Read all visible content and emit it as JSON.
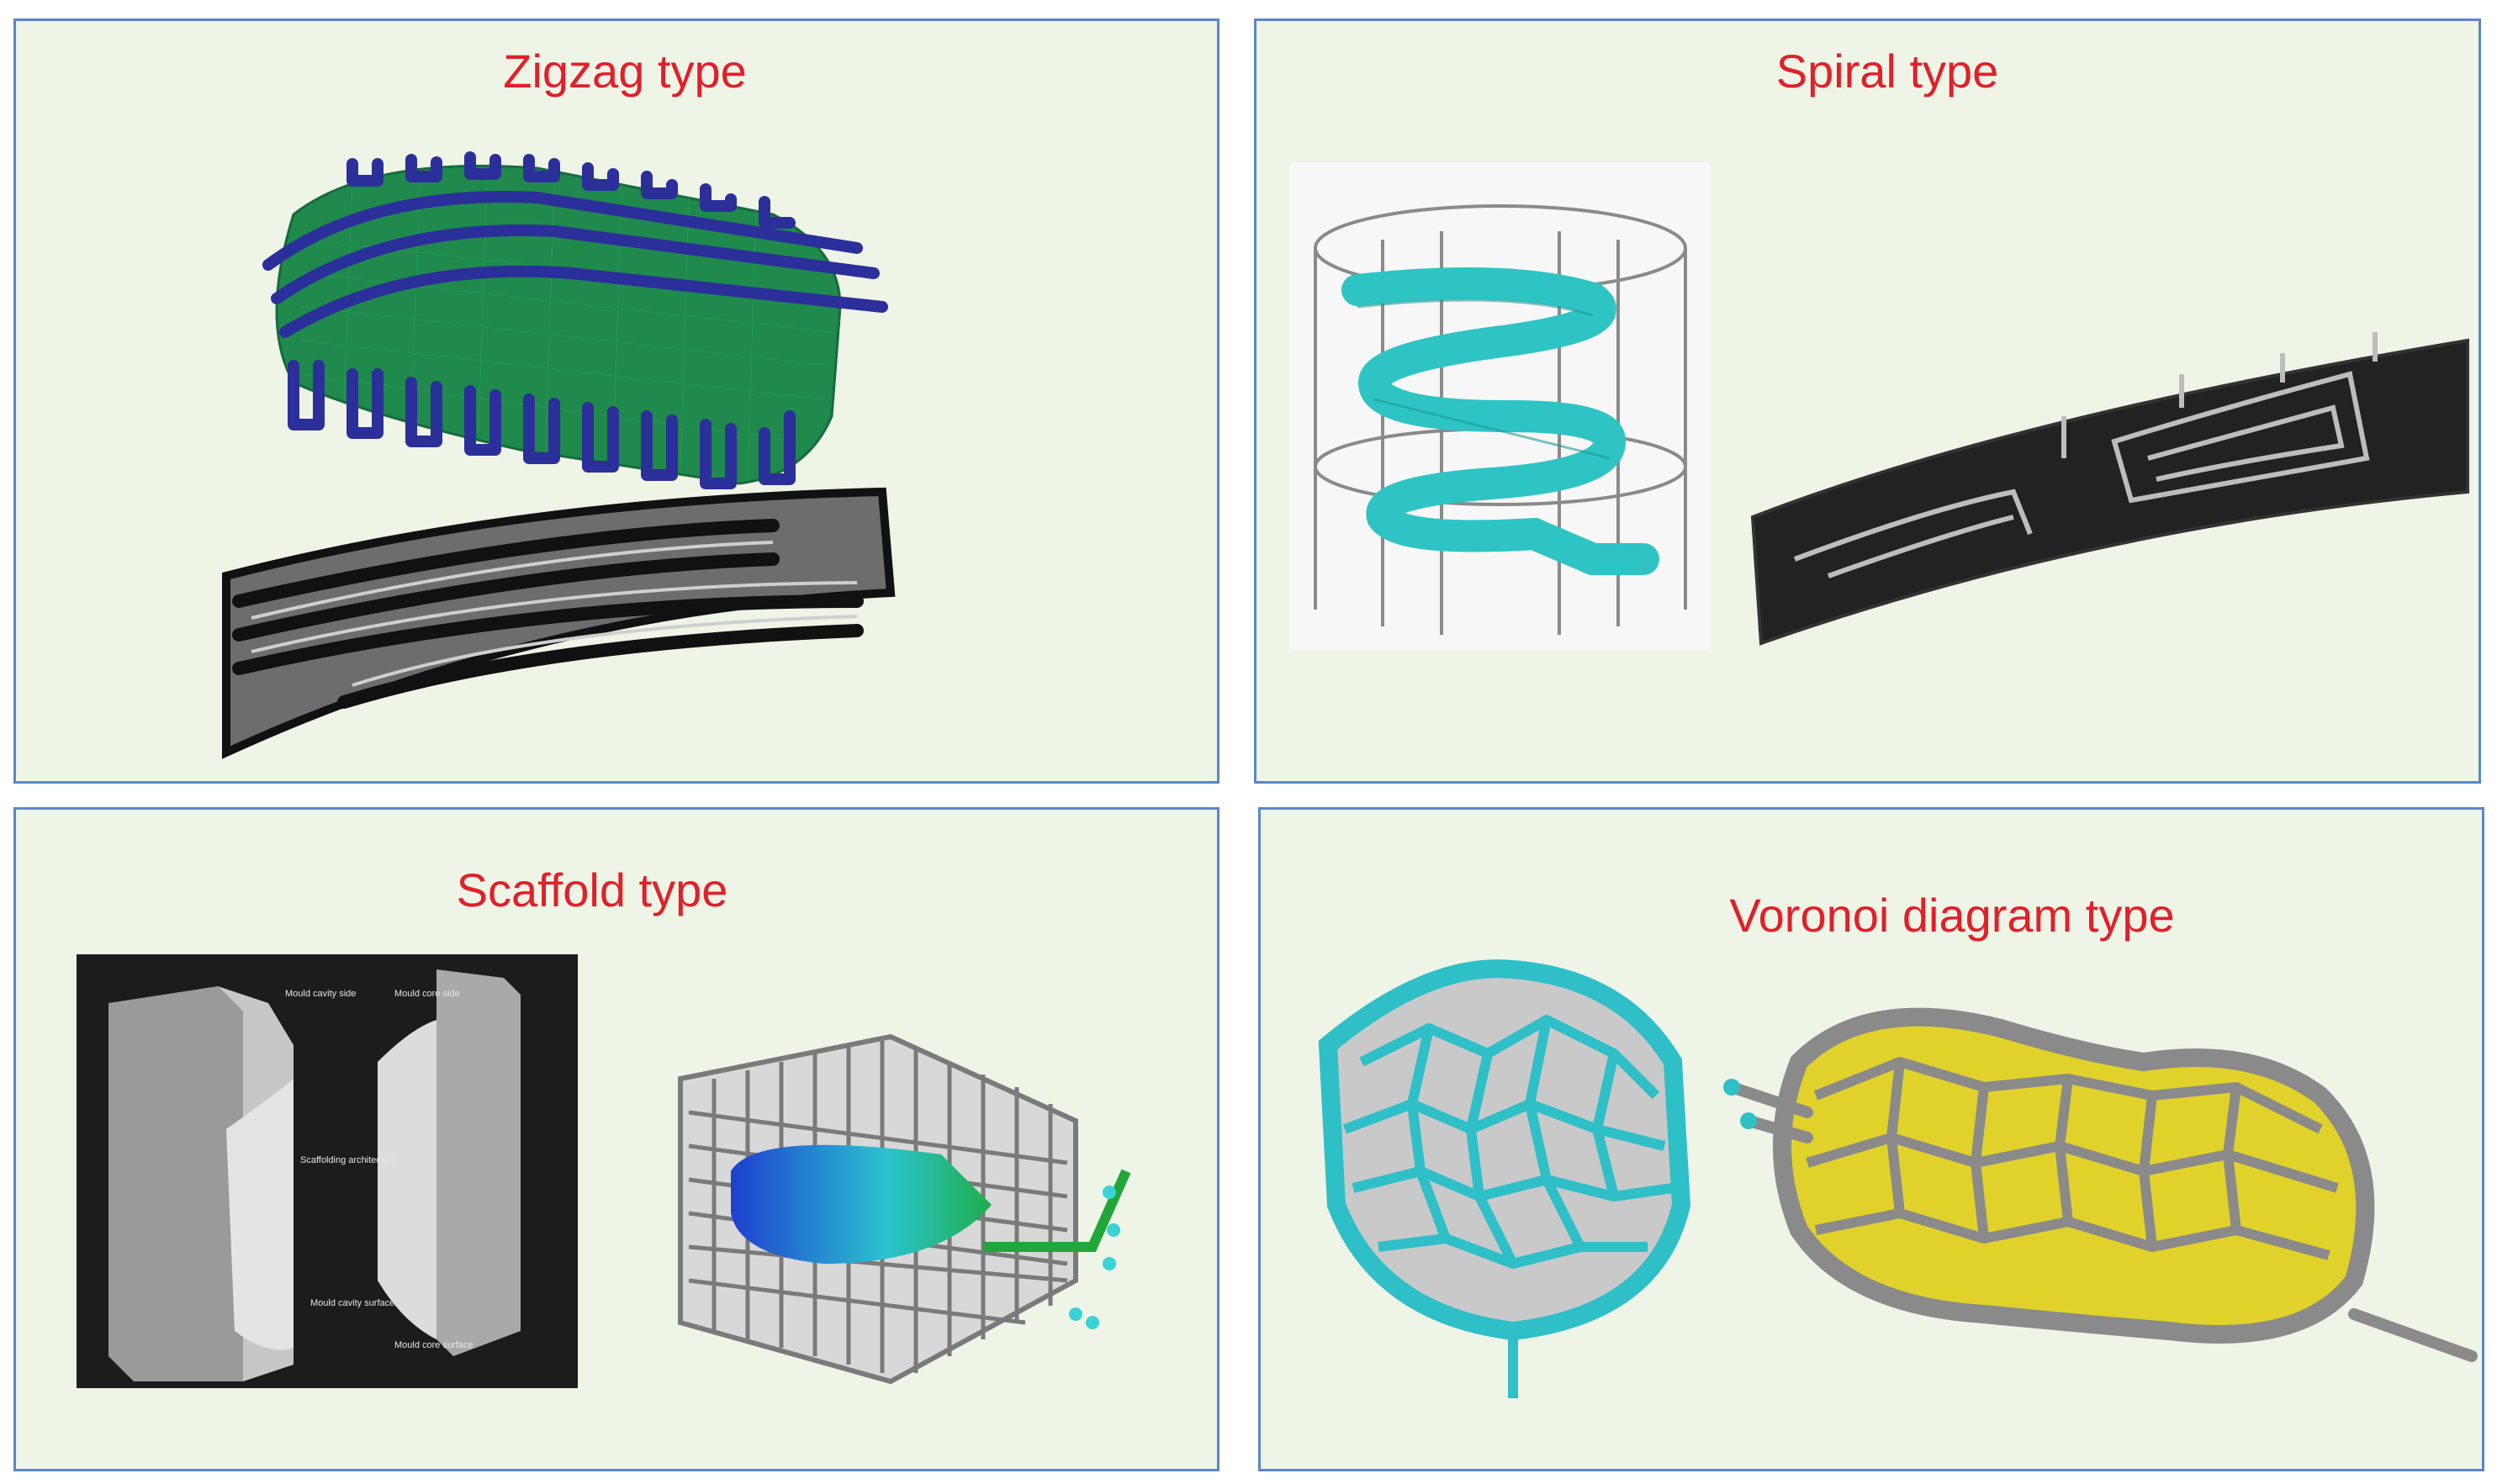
{
  "panels": [
    {
      "id": "zigzag",
      "title": "Zigzag type"
    },
    {
      "id": "spiral",
      "title": "Spiral type"
    },
    {
      "id": "scaffold",
      "title": "Scaffold type"
    },
    {
      "id": "voronoi",
      "title": "Voronoi diagram type"
    }
  ],
  "colors": {
    "panel_background": "#eef4e6",
    "panel_border": "#5b86c9",
    "title_text": "#e0202a",
    "zigzag_channel": "#2b2f9a",
    "zigzag_mesh": "#1f8a4c",
    "spiral_channel": "#2ec4c4",
    "voronoi_channel": "#2fbfc7"
  },
  "scaffold_mould_labels": [
    "Mould cavity side",
    "Mould core side",
    "Scaffolding architecture",
    "Mould cavity surface",
    "Mould core surface"
  ]
}
